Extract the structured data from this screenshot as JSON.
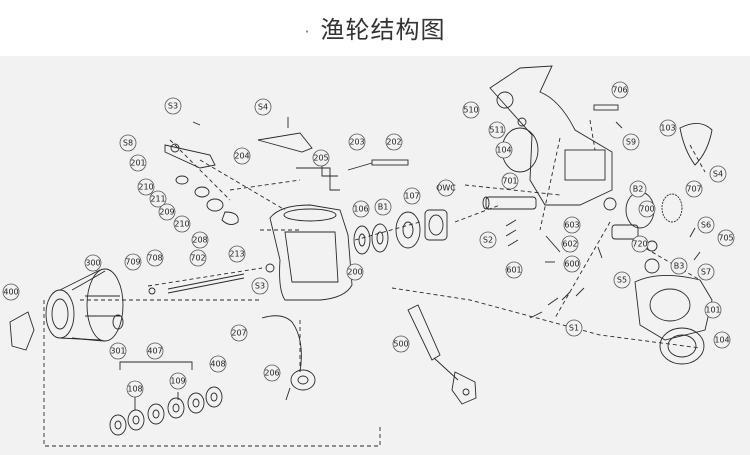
{
  "title": "渔轮结构图",
  "colors": {
    "background": "#f2f2f2",
    "line": "#2a2a2a",
    "label_ring": "#555555"
  },
  "labels": [
    {
      "id": "l-s3a",
      "text": "S3"
    },
    {
      "id": "l-s4a",
      "text": "S4"
    },
    {
      "id": "l-s8",
      "text": "S8"
    },
    {
      "id": "l-201",
      "text": "201"
    },
    {
      "id": "l-210a",
      "text": "210"
    },
    {
      "id": "l-211",
      "text": "211"
    },
    {
      "id": "l-209",
      "text": "209"
    },
    {
      "id": "l-210b",
      "text": "210"
    },
    {
      "id": "l-208",
      "text": "208"
    },
    {
      "id": "l-204",
      "text": "204"
    },
    {
      "id": "l-205",
      "text": "205"
    },
    {
      "id": "l-203",
      "text": "203"
    },
    {
      "id": "l-202",
      "text": "202"
    },
    {
      "id": "l-510",
      "text": "510"
    },
    {
      "id": "l-511",
      "text": "511"
    },
    {
      "id": "l-104",
      "text": "104"
    },
    {
      "id": "l-706",
      "text": "706"
    },
    {
      "id": "l-s9",
      "text": "S9"
    },
    {
      "id": "l-103",
      "text": "103"
    },
    {
      "id": "l-s4b",
      "text": "S4"
    },
    {
      "id": "l-701",
      "text": "701"
    },
    {
      "id": "l-owc",
      "text": "OWC"
    },
    {
      "id": "l-107",
      "text": "107"
    },
    {
      "id": "l-106",
      "text": "106"
    },
    {
      "id": "l-b1",
      "text": "B1"
    },
    {
      "id": "l-b2",
      "text": "B2"
    },
    {
      "id": "l-707",
      "text": "707"
    },
    {
      "id": "l-700",
      "text": "700"
    },
    {
      "id": "l-s6",
      "text": "S6"
    },
    {
      "id": "l-s2",
      "text": "S2"
    },
    {
      "id": "l-603",
      "text": "603"
    },
    {
      "id": "l-602",
      "text": "602"
    },
    {
      "id": "l-720",
      "text": "720"
    },
    {
      "id": "l-705",
      "text": "705"
    },
    {
      "id": "l-s7",
      "text": "S7"
    },
    {
      "id": "l-b3",
      "text": "B3"
    },
    {
      "id": "l-601",
      "text": "601"
    },
    {
      "id": "l-600",
      "text": "600"
    },
    {
      "id": "l-s5",
      "text": "S5"
    },
    {
      "id": "l-101",
      "text": "101"
    },
    {
      "id": "l-s1",
      "text": "S1"
    },
    {
      "id": "l-104b",
      "text": "104"
    },
    {
      "id": "l-500",
      "text": "500"
    },
    {
      "id": "l-400",
      "text": "400"
    },
    {
      "id": "l-300",
      "text": "300"
    },
    {
      "id": "l-709",
      "text": "709"
    },
    {
      "id": "l-708",
      "text": "708"
    },
    {
      "id": "l-702",
      "text": "702"
    },
    {
      "id": "l-213",
      "text": "213"
    },
    {
      "id": "l-s3b",
      "text": "S3"
    },
    {
      "id": "l-200",
      "text": "200"
    },
    {
      "id": "l-207",
      "text": "207"
    },
    {
      "id": "l-206",
      "text": "206"
    },
    {
      "id": "l-301",
      "text": "301"
    },
    {
      "id": "l-407",
      "text": "407"
    },
    {
      "id": "l-408",
      "text": "408"
    },
    {
      "id": "l-108",
      "text": "108"
    },
    {
      "id": "l-109",
      "text": "109"
    }
  ]
}
